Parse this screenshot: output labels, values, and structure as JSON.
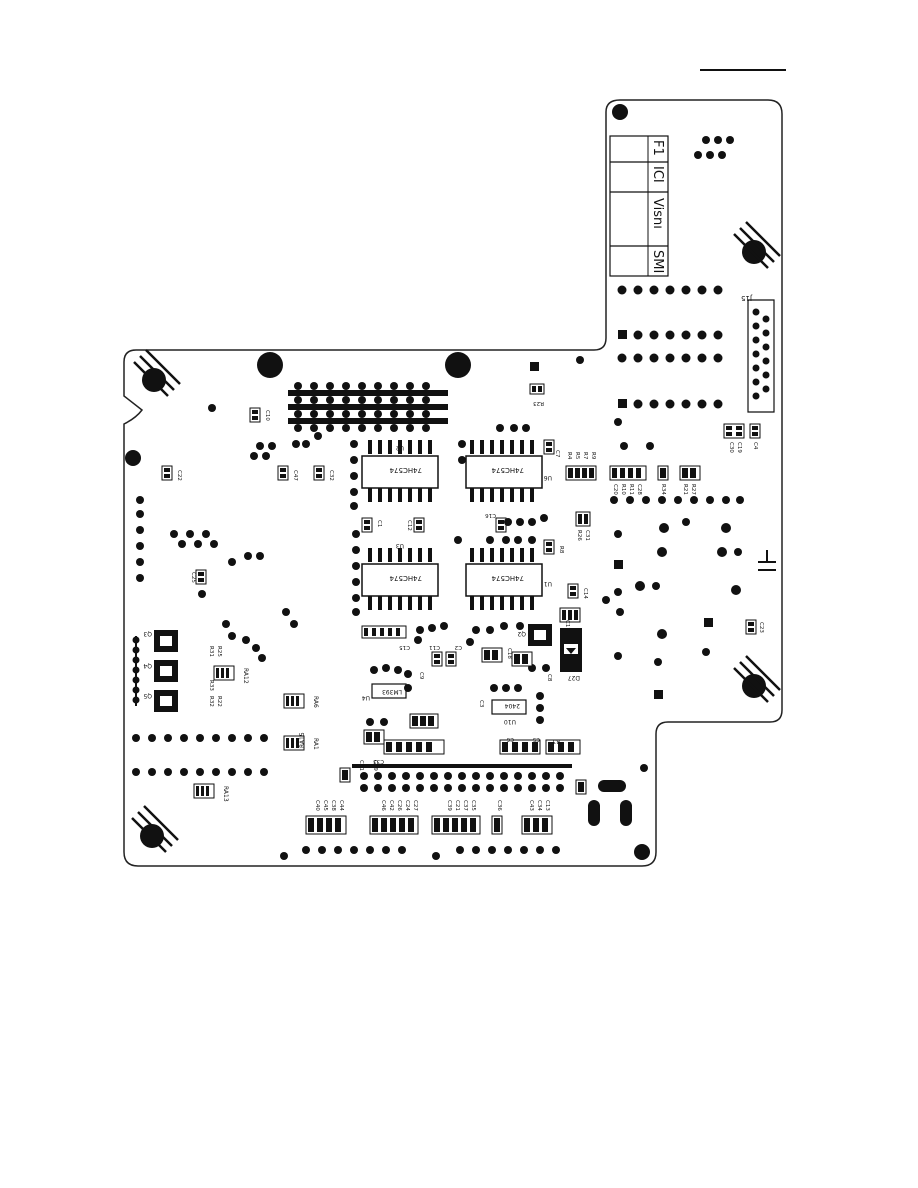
{
  "board": {
    "chips": [
      {
        "ref": "U2",
        "part": "74HC574"
      },
      {
        "ref": "U6",
        "part": "74HC574"
      },
      {
        "ref": "U3",
        "part": "74HC574"
      },
      {
        "ref": "U1",
        "part": "74HC574"
      }
    ],
    "regulators": [
      {
        "ref": "U4",
        "part": "LM393"
      },
      {
        "ref": "U10",
        "part": "2404"
      }
    ],
    "legend_box": [
      "F1",
      "ICI",
      "Visnı",
      "SMI"
    ],
    "connector": "J15",
    "transistors": [
      "Q3",
      "Q4",
      "Q5",
      "Q2"
    ],
    "diode": "D27",
    "arrays": [
      "RA12",
      "RA13",
      "RA1",
      "RA6",
      "RA15"
    ],
    "component_labels": [
      "C10",
      "C22",
      "C47",
      "C32",
      "R23",
      "C1",
      "C12",
      "C16",
      "C14",
      "C25",
      "C23",
      "R31",
      "R33",
      "R32",
      "R22",
      "R25",
      "R8",
      "R4",
      "R5",
      "R7",
      "R6",
      "R9",
      "C20",
      "R10",
      "R11",
      "C28",
      "R34",
      "R21",
      "R27",
      "R26",
      "C31",
      "C30",
      "C19",
      "C4",
      "C15",
      "C11",
      "C2",
      "C3",
      "C9",
      "C18",
      "C8",
      "C17",
      "C41",
      "C29",
      "C33",
      "C40",
      "C45",
      "C38",
      "C44",
      "C46",
      "C42",
      "C26",
      "C24",
      "C27",
      "C39",
      "C21",
      "C37",
      "C35",
      "C36",
      "C43",
      "C34",
      "C13",
      "R3",
      "C7",
      "C6",
      "C5"
    ]
  }
}
